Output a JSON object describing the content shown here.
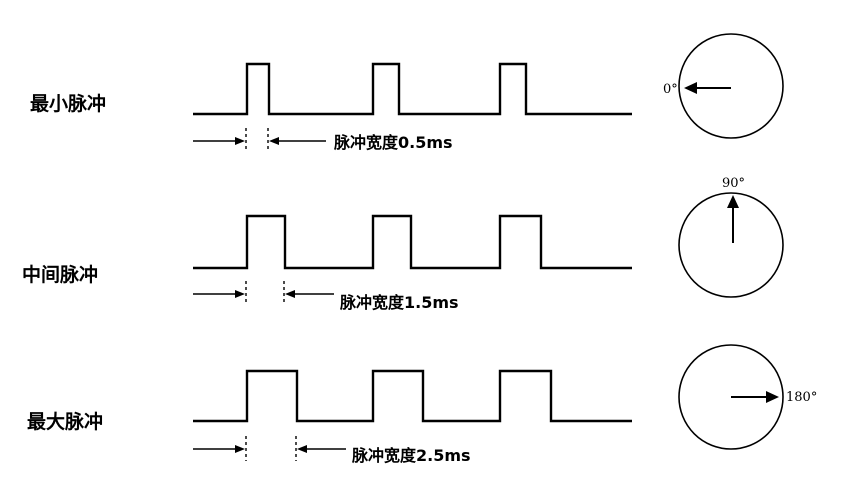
{
  "rows": [
    {
      "label": "最小脉冲",
      "width_label": "脉冲宽度0.5ms",
      "pulse_width_ms": 0.5,
      "angle_label": "0°",
      "angle_deg": 0
    },
    {
      "label": "中间脉冲",
      "width_label": "脉冲宽度1.5ms",
      "pulse_width_ms": 1.5,
      "angle_label": "90°",
      "angle_deg": 90
    },
    {
      "label": "最大脉冲",
      "width_label": "脉冲宽度2.5ms",
      "pulse_width_ms": 2.5,
      "angle_label": "180°",
      "angle_deg": 180
    }
  ]
}
